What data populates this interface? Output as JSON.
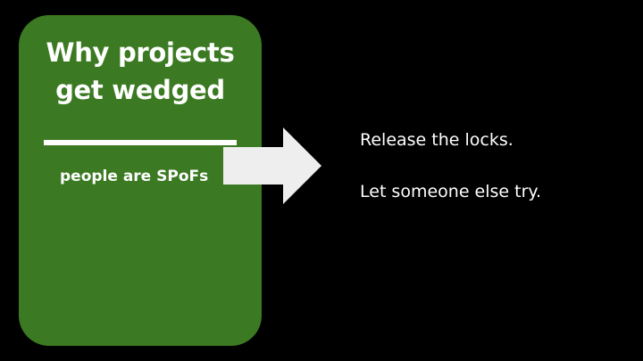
{
  "card": {
    "title_line1": "Why projects",
    "title_line2": "get wedged",
    "subtitle": "people are SPoFs",
    "color": "#3b7a22"
  },
  "arrow": {
    "icon": "right-arrow-icon",
    "color": "#eeeeee"
  },
  "notes": {
    "line1": "Release the locks.",
    "line2": "Let someone else try."
  }
}
